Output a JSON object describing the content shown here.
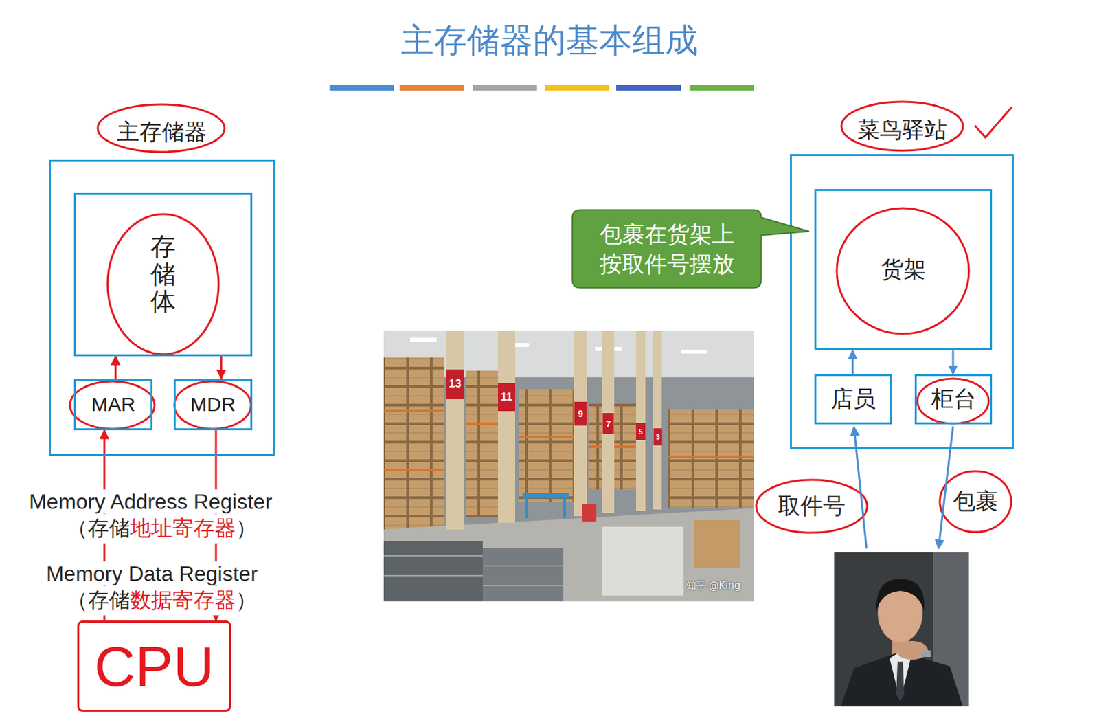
{
  "diagram": {
    "title": "主存储器的基本组成",
    "nodes": [
      {
        "text": [
          "主存储器"
        ]
      },
      {
        "text": [
          "存储体"
        ],
        "in": 0
      },
      {
        "text": [
          "MAR"
        ],
        "in": 0
      },
      {
        "text": [
          "MDR"
        ],
        "in": 0
      },
      {
        "text": [
          "菜鸟驿站"
        ]
      },
      {
        "text": [
          "货架"
        ],
        "in": 4
      },
      {
        "text": [
          "店员"
        ],
        "in": 4
      },
      {
        "text": [
          "柜台"
        ],
        "in": 4
      },
      {
        "text": [
          "包裹在货架上 按取件号摆放"
        ]
      },
      {
        "text": [
          "CPU"
        ]
      }
    ],
    "edges": [
      {
        "from": 9,
        "to": 2,
        "arrow": "to"
      },
      {
        "from": 2,
        "to": 1,
        "arrow": "to"
      },
      {
        "from": 1,
        "to": 3,
        "arrow": "to"
      },
      {
        "from": 3,
        "to": 9,
        "arrow": "to"
      },
      {
        "from": 6,
        "to": 5,
        "arrow": "to"
      },
      {
        "from": 5,
        "to": 7,
        "arrow": "to"
      }
    ],
    "labels": [
      "Memory Address Register",
      "（存储",
      "地址寄存器",
      "）",
      "Memory Data Register",
      "（存储",
      "数据寄存器",
      "）",
      "13",
      "11",
      "9",
      "7",
      "5",
      "3",
      "知乎 @King",
      "取件号",
      "包裹"
    ]
  }
}
